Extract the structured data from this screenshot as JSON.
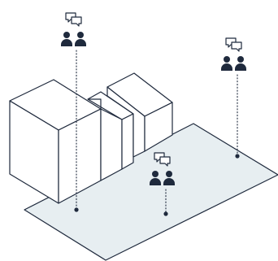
{
  "diagram": {
    "colors": {
      "stroke": "#1f2a3d",
      "plane_fill": "#e7eef1",
      "background": "#ffffff"
    },
    "icons": {
      "user_group": "two-people-icon",
      "chat": "speech-bubbles-icon"
    },
    "groups": [
      {
        "id": "group-left",
        "icon": "two-people-icon",
        "chat_icon": "speech-bubbles-icon"
      },
      {
        "id": "group-center",
        "icon": "two-people-icon",
        "chat_icon": "speech-bubbles-icon"
      },
      {
        "id": "group-right",
        "icon": "two-people-icon",
        "chat_icon": "speech-bubbles-icon"
      }
    ]
  }
}
